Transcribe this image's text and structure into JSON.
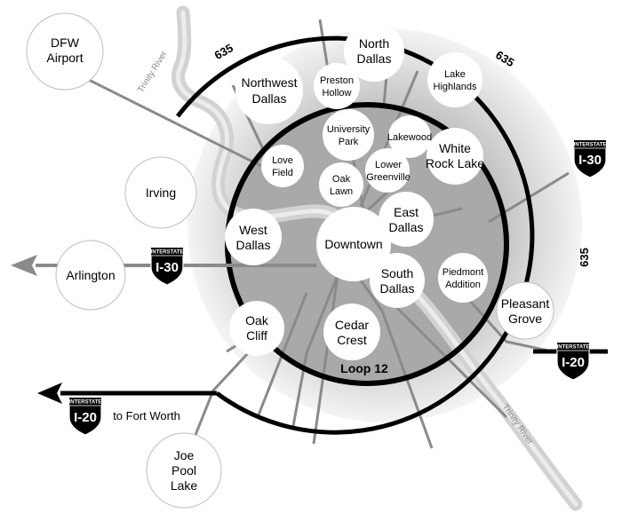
{
  "places": {
    "dfw": [
      "DFW",
      "Airport"
    ],
    "northwest_dallas": [
      "Northwest",
      "Dallas"
    ],
    "preston_hollow": [
      "Preston",
      "Hollow"
    ],
    "north_dallas": [
      "North",
      "Dallas"
    ],
    "lake_highlands": [
      "Lake",
      "Highlands"
    ],
    "university_park": [
      "University",
      "Park"
    ],
    "lakewood": [
      "Lakewood"
    ],
    "white_rock_lake": [
      "White",
      "Rock Lake"
    ],
    "love_field": [
      "Love",
      "Field"
    ],
    "oak_lawn": [
      "Oak",
      "Lawn"
    ],
    "lower_greenville": [
      "Lower",
      "Greenville"
    ],
    "irving": [
      "Irving"
    ],
    "west_dallas": [
      "West",
      "Dallas"
    ],
    "downtown": [
      "Downtown"
    ],
    "east_dallas": [
      "East",
      "Dallas"
    ],
    "arlington": [
      "Arlington"
    ],
    "south_dallas": [
      "South",
      "Dallas"
    ],
    "piedmont_addition": [
      "Piedmont",
      "Addition"
    ],
    "pleasant_grove": [
      "Pleasant",
      "Grove"
    ],
    "oak_cliff": [
      "Oak",
      "Cliff"
    ],
    "cedar_crest": [
      "Cedar",
      "Crest"
    ],
    "joe_pool_lake": [
      "Joe",
      "Pool",
      "Lake"
    ]
  },
  "roads": {
    "loop_635": "635",
    "loop_12": "Loop 12",
    "i30": "I-30",
    "i20": "I-20",
    "interstate": "INTERSTATE",
    "to_fort_worth": "to Fort Worth"
  },
  "river": "Trinity River",
  "colors": {
    "outer_ring": "#c8c8c8",
    "inner_ring": "#a8a8a8",
    "roads": "#8a8a8a",
    "river": "#d2d2d2"
  }
}
